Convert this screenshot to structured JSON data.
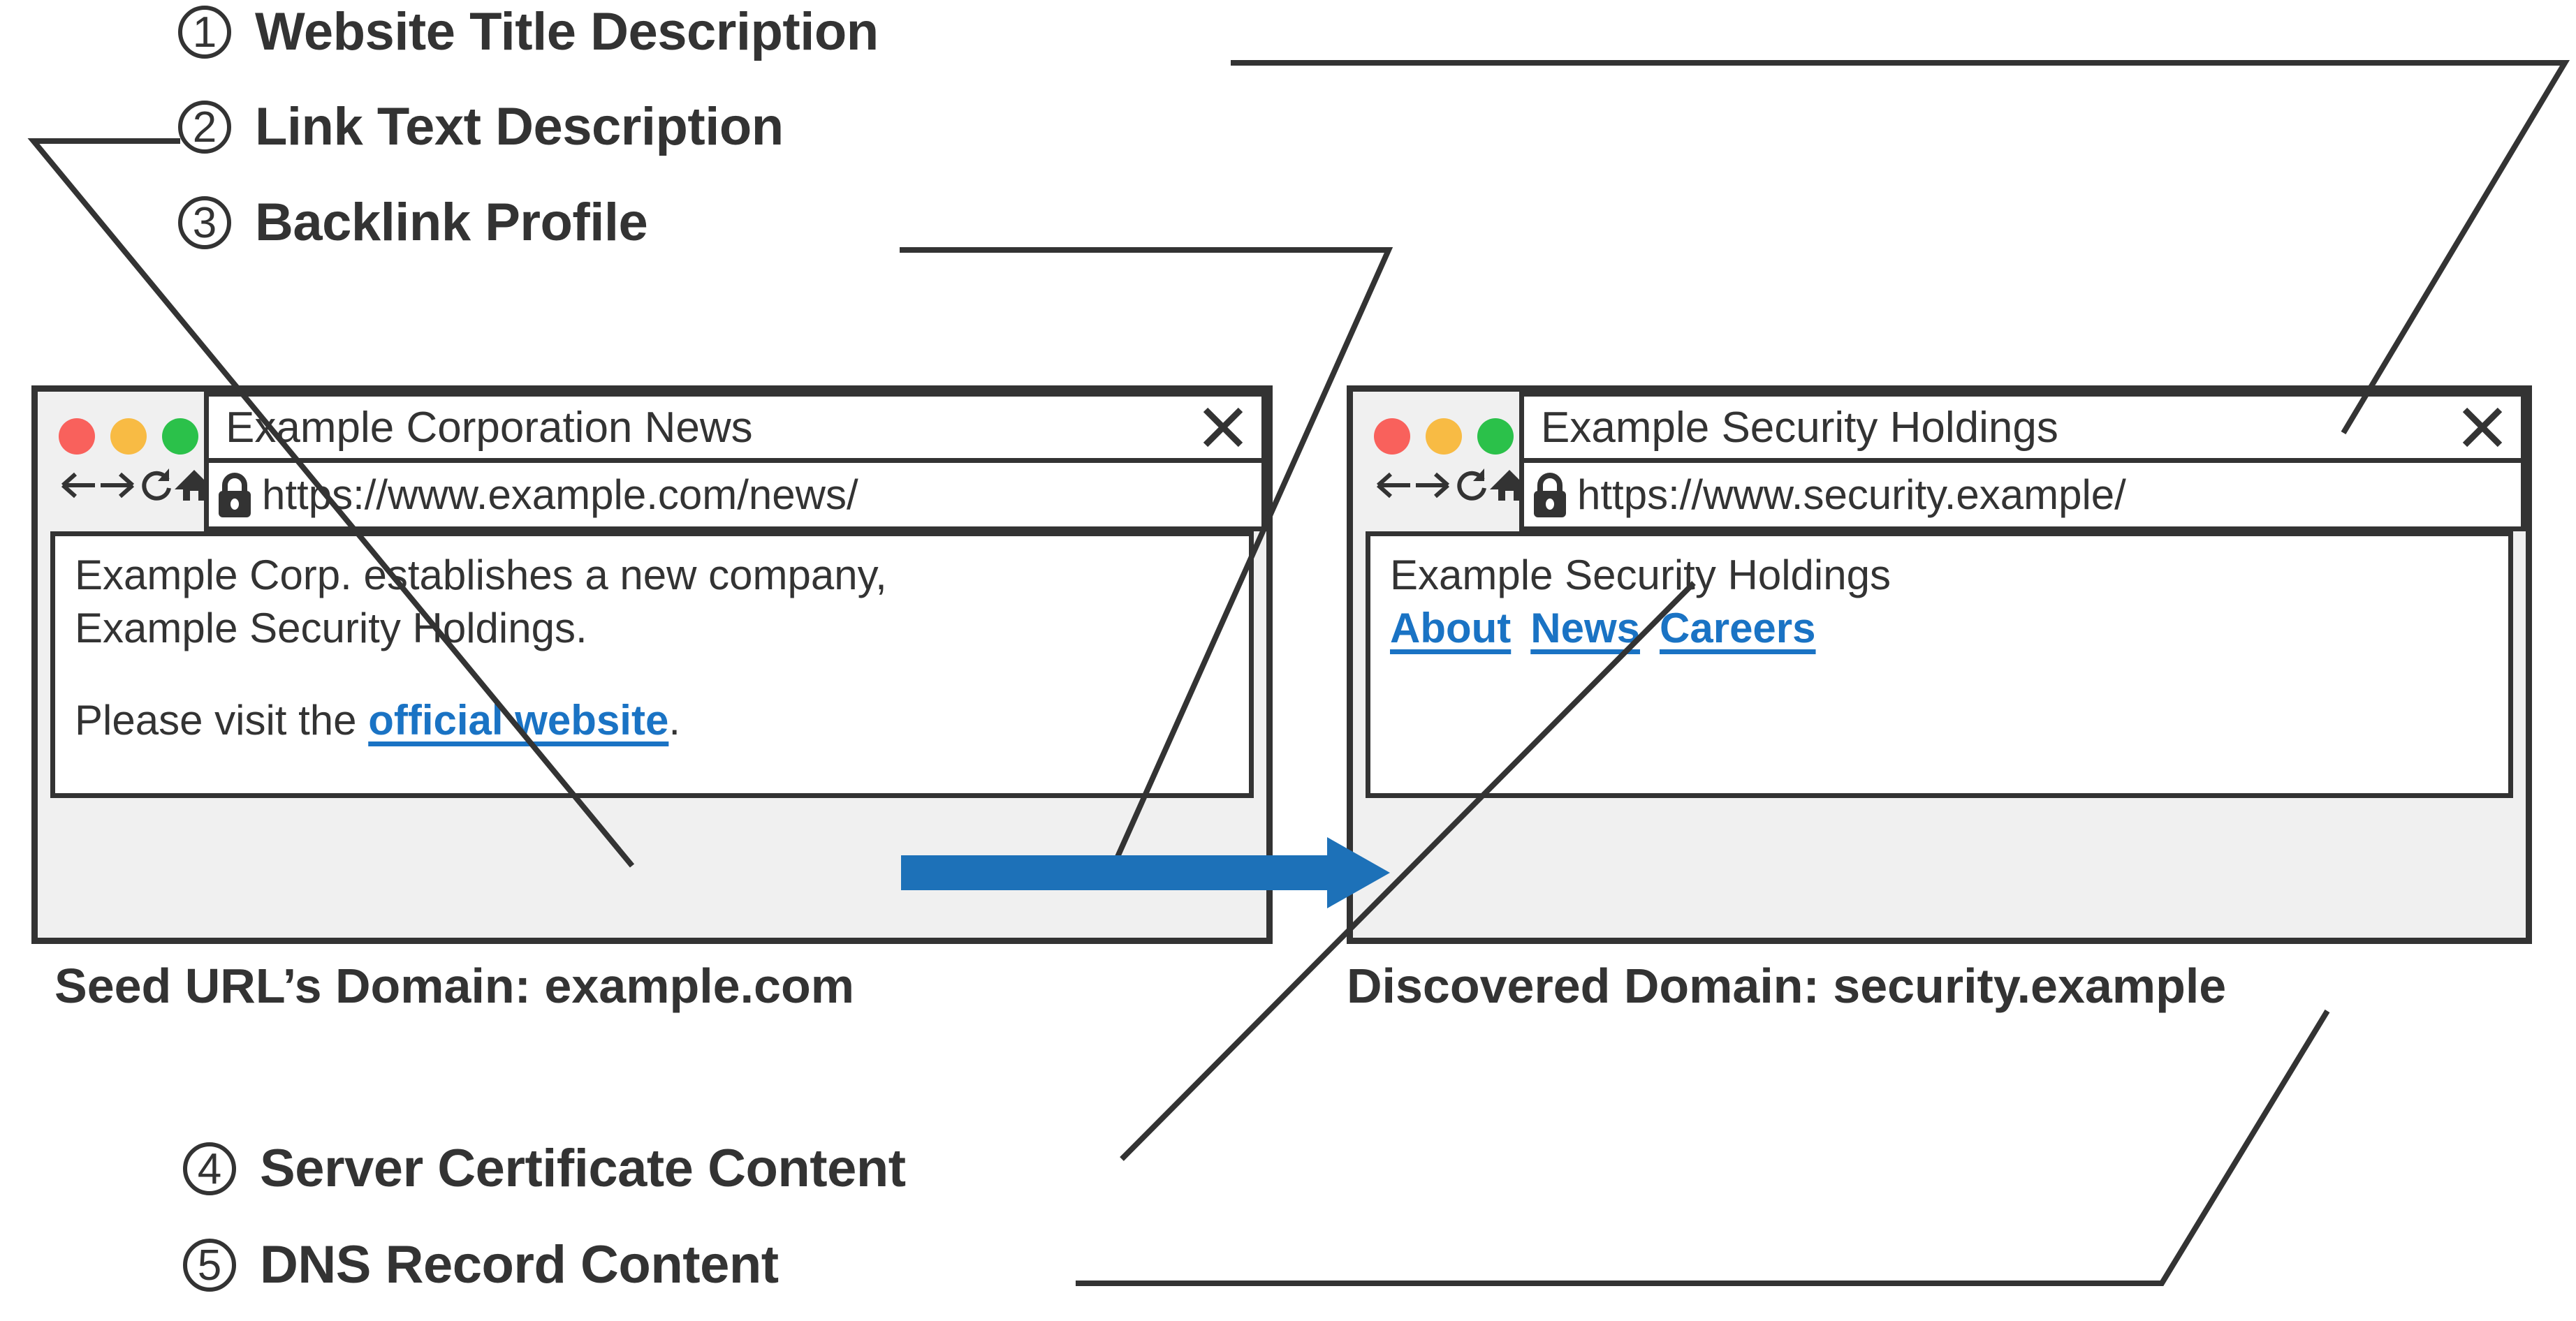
{
  "legend": {
    "top_items": [
      {
        "num": "1",
        "label": "Website Title Description"
      },
      {
        "num": "2",
        "label": "Link Text Description"
      },
      {
        "num": "3",
        "label": "Backlink Profile"
      }
    ],
    "bottom_items": [
      {
        "num": "4",
        "label": "Server Certificate Content"
      },
      {
        "num": "5",
        "label": "DNS Record Content"
      }
    ]
  },
  "browsers": {
    "left": {
      "title": "Example Corporation News",
      "url": "https://www.example.com/news/",
      "body_line_1": "Example Corp. establishes a new company,",
      "body_line_2": "Example Security Holdings.",
      "body_line_3_prefix": "Please visit the ",
      "body_link": "official website",
      "body_line_3_suffix": ".",
      "caption": "Seed URL’s Domain: example.com",
      "close_icon": "close-x-icon",
      "lock_icon": "padlock-icon",
      "dots": [
        "red-dot",
        "yellow-dot",
        "green-dot"
      ],
      "nav_icons": [
        "back-arrow-icon",
        "forward-arrow-icon",
        "reload-icon",
        "home-icon"
      ]
    },
    "right": {
      "title": "Example Security Holdings",
      "url": "https://www.security.example/",
      "heading": "Example Security Holdings",
      "nav_links": [
        "About",
        "News",
        "Careers"
      ],
      "caption": "Discovered Domain: security.example",
      "close_icon": "close-x-icon",
      "lock_icon": "padlock-icon",
      "dots": [
        "red-dot",
        "yellow-dot",
        "green-dot"
      ],
      "nav_icons": [
        "back-arrow-icon",
        "forward-arrow-icon",
        "reload-icon",
        "home-icon"
      ]
    }
  },
  "flow": {
    "arrow_icon": "blue-flow-arrow"
  },
  "colors": {
    "ink": "#333333",
    "link_blue": "#1a73c4",
    "arrow_blue": "#1d71b8",
    "chrome_grey": "#f0f0f0",
    "dot_red": "#f9615c",
    "dot_yellow": "#f8bb44",
    "dot_green": "#2bc14a"
  }
}
